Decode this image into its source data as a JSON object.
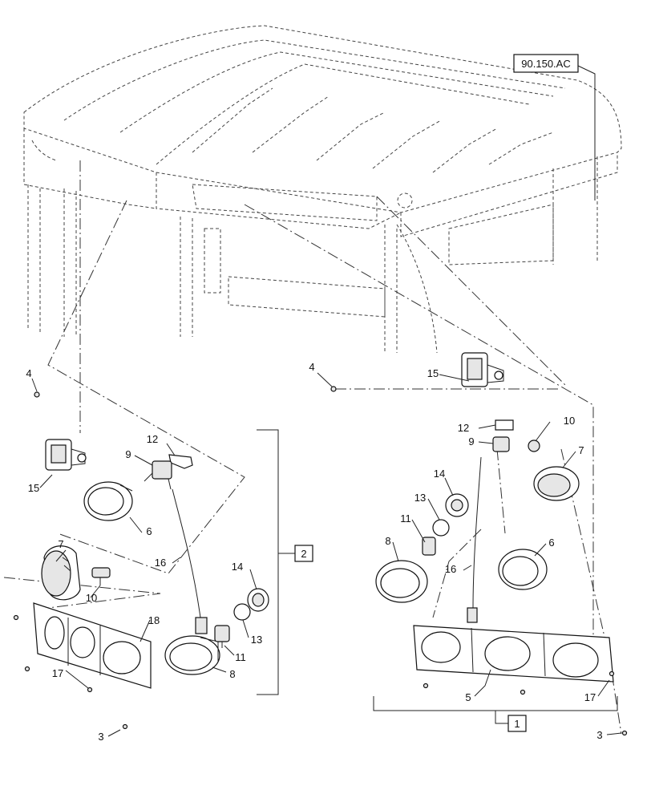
{
  "reference": {
    "label": "90.150.AC"
  },
  "callouts": [
    {
      "id": "c4L",
      "text": "4"
    },
    {
      "id": "c4R",
      "text": "4"
    },
    {
      "id": "c15L",
      "text": "15"
    },
    {
      "id": "c15R",
      "text": "15"
    },
    {
      "id": "c12L",
      "text": "12"
    },
    {
      "id": "c12R",
      "text": "12"
    },
    {
      "id": "c9L",
      "text": "9"
    },
    {
      "id": "c9R",
      "text": "9"
    },
    {
      "id": "c10L",
      "text": "10"
    },
    {
      "id": "c10R",
      "text": "10"
    },
    {
      "id": "c7L",
      "text": "7"
    },
    {
      "id": "c7R",
      "text": "7"
    },
    {
      "id": "c6L",
      "text": "6"
    },
    {
      "id": "c6R",
      "text": "6"
    },
    {
      "id": "c16L",
      "text": "16"
    },
    {
      "id": "c16R",
      "text": "16"
    },
    {
      "id": "c14L",
      "text": "14"
    },
    {
      "id": "c14R",
      "text": "14"
    },
    {
      "id": "c13L",
      "text": "13"
    },
    {
      "id": "c13R",
      "text": "13"
    },
    {
      "id": "c11L",
      "text": "11"
    },
    {
      "id": "c11R",
      "text": "11"
    },
    {
      "id": "c8L",
      "text": "8"
    },
    {
      "id": "c8R",
      "text": "8"
    },
    {
      "id": "c18L",
      "text": "18"
    },
    {
      "id": "c17L",
      "text": "17"
    },
    {
      "id": "c17R",
      "text": "17"
    },
    {
      "id": "c5R",
      "text": "5"
    },
    {
      "id": "c3L",
      "text": "3"
    },
    {
      "id": "c3R",
      "text": "3"
    }
  ],
  "groups": [
    {
      "id": "g2",
      "text": "2"
    },
    {
      "id": "g1",
      "text": "1"
    }
  ]
}
